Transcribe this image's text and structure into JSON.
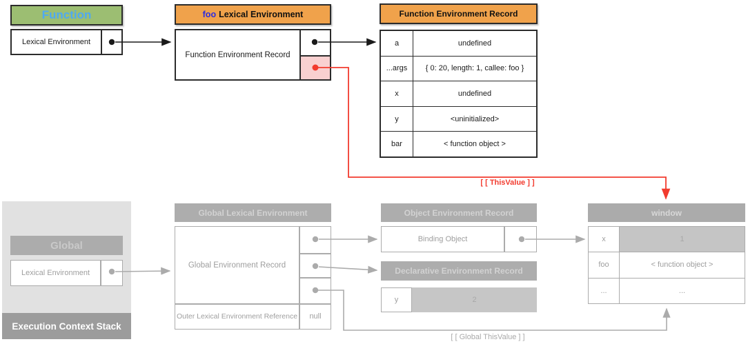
{
  "palette": {
    "green": "#9CBE72",
    "orange": "#F0A24B",
    "pink": "#F9D0D0",
    "red": "#F23B2E",
    "function_title_blue": "#4FA9F1",
    "foo_blue": "#2B2BDF",
    "inactive_gray": "#ADADAD",
    "panel_gray": "#E1E1E1"
  },
  "function_section": {
    "title": "Function",
    "lexical_environment_label": "Lexical Environment"
  },
  "foo_lexical_environment": {
    "title_prefix": "foo",
    "title_rest": "Lexical Environment",
    "record_label": "Function Environment Record"
  },
  "function_environment_record": {
    "title": "Function Environment Record",
    "rows": [
      {
        "key": "a",
        "value": "undefined"
      },
      {
        "key": "...args",
        "value": "{ 0: 20, length: 1, callee: foo }"
      },
      {
        "key": "x",
        "value": "undefined"
      },
      {
        "key": "y",
        "value": "<uninitialized>"
      },
      {
        "key": "bar",
        "value": "< function object >"
      }
    ]
  },
  "labels": {
    "this_value": "[ [ ThisValue ] ]",
    "global_this_value": "[ [ Global ThisValue ] ]"
  },
  "execution_context_stack": {
    "title": "Execution Context Stack",
    "global_title": "Global",
    "lexical_environment_label": "Lexical Environment"
  },
  "global_lexical_environment": {
    "title": "Global Lexical Environment",
    "record_label": "Global Environment Record",
    "outer_ref_label": "Outer Lexical Environment Reference",
    "outer_ref_value": "null"
  },
  "object_environment_record": {
    "title": "Object Environment Record",
    "binding_object_label": "Binding Object"
  },
  "declarative_environment_record": {
    "title": "Declarative Environment Record",
    "rows": [
      {
        "key": "y",
        "value": "2"
      }
    ]
  },
  "window_object": {
    "title": "window",
    "rows": [
      {
        "key": "x",
        "value": "1"
      },
      {
        "key": "foo",
        "value": "< function object >"
      },
      {
        "key": "...",
        "value": "..."
      }
    ]
  }
}
